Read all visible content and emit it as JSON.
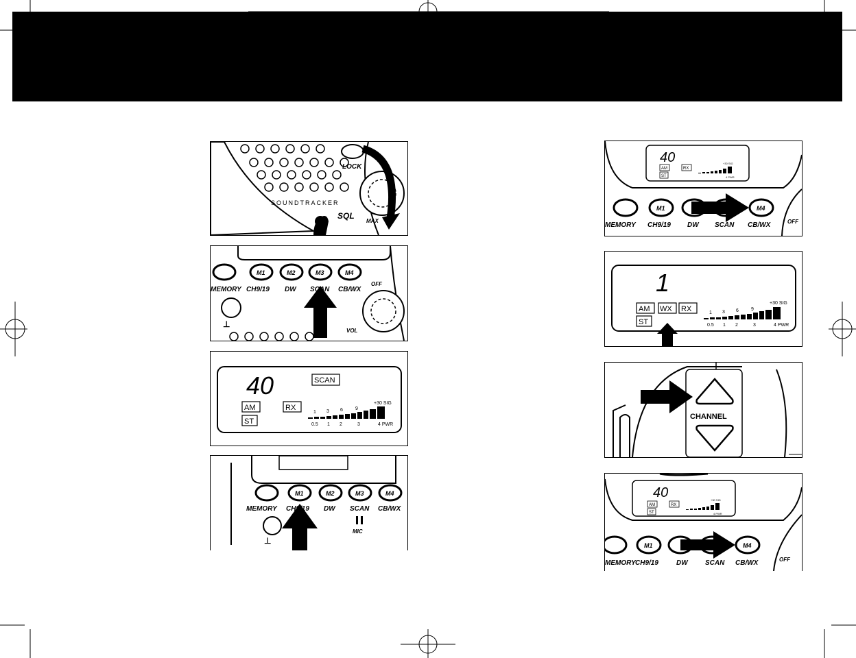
{
  "buttons": {
    "memory": "MEMORY",
    "m1": "M1",
    "m2": "M2",
    "m3": "M3",
    "m4": "M4",
    "ch": "CH9/19",
    "dw": "DW",
    "scan": "SCAN",
    "cbwx": "CB/WX"
  },
  "knobs": {
    "lock": "LOCK",
    "sql": "SQL",
    "max": "MAX",
    "off": "OFF",
    "vol": "VOL",
    "mic": "MIC"
  },
  "brand": "SOUNDTRACKER",
  "lcd": {
    "channel_40": "40",
    "channel_1": "1",
    "scan_tag": "SCAN",
    "am": "AM",
    "st": "ST",
    "rx": "RX",
    "wx": "WX",
    "sig_label": "+30 SIG",
    "pwr_label": "4 PWR",
    "top_scale": [
      "1",
      "3",
      "6",
      "9"
    ],
    "bottom_scale": [
      "0.5",
      "1",
      "2",
      "3"
    ]
  },
  "channel_label": "CHANNEL"
}
